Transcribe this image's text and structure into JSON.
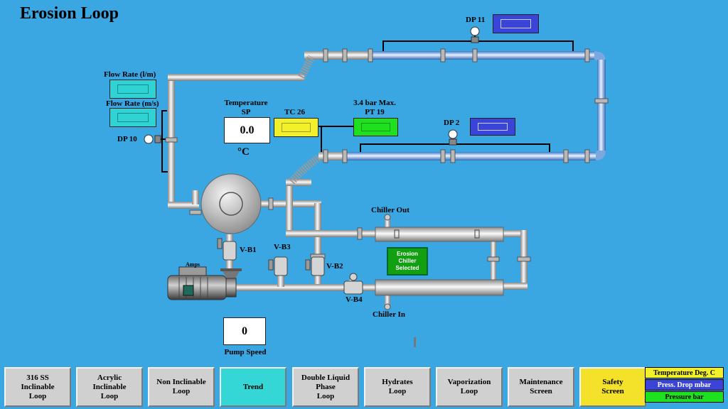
{
  "page": {
    "title": "Erosion Loop"
  },
  "colors": {
    "background": "#3aa6e2",
    "cyan_display": "#2fd3d3",
    "yellow_display": "#f2f02a",
    "green_display": "#1ee01e",
    "blue_display": "#3a45d8",
    "chiller_selected": "#12a012",
    "safety_button": "#f4e22a",
    "trend_button": "#35d6d6"
  },
  "flow": {
    "rate_lm_label": "Flow Rate (l/m)",
    "rate_ms_label": "Flow Rate (m/s)"
  },
  "dp10": {
    "label": "DP 10"
  },
  "temperature_sp": {
    "label_line1": "Temperature",
    "label_line2": "SP",
    "value": "0.0",
    "unit": "°C"
  },
  "tc26": {
    "label": "TC 26"
  },
  "pt19": {
    "label_line1": "3.4 bar Max.",
    "label_line2": "PT 19"
  },
  "dp2": {
    "label": "DP 2"
  },
  "dp11": {
    "label": "DP 11"
  },
  "chiller": {
    "out_label": "Chiller Out",
    "in_label": "Chiller In",
    "selected_line1": "Erosion",
    "selected_line2": "Chiller",
    "selected_line3": "Selected"
  },
  "valves": {
    "vb1": "V-B1",
    "vb2": "V-B2",
    "vb3": "V-B3",
    "vb4": "V-B4"
  },
  "pump": {
    "amps_label": "Amps",
    "speed_value": "0",
    "speed_label": "Pump Speed"
  },
  "nav": [
    {
      "line1": "316 SS",
      "line2": "Inclinable",
      "line3": "Loop"
    },
    {
      "line1": "Acrylic",
      "line2": "Inclinable",
      "line3": "Loop"
    },
    {
      "line1": "Non Inclinable",
      "line2": "Loop",
      "line3": ""
    },
    {
      "line1": "Trend",
      "line2": "",
      "line3": ""
    },
    {
      "line1": "Double Liquid",
      "line2": "Phase",
      "line3": "Loop"
    },
    {
      "line1": "Hydrates",
      "line2": "Loop",
      "line3": ""
    },
    {
      "line1": "Vaporization",
      "line2": "Loop",
      "line3": ""
    },
    {
      "line1": "Maintenance",
      "line2": "Screen",
      "line3": ""
    },
    {
      "line1": "Safety",
      "line2": "Screen",
      "line3": ""
    }
  ],
  "legend": {
    "temperature": "Temperature Deg. C",
    "pressure_drop": "Press. Drop mbar",
    "pressure": "Pressure bar"
  }
}
